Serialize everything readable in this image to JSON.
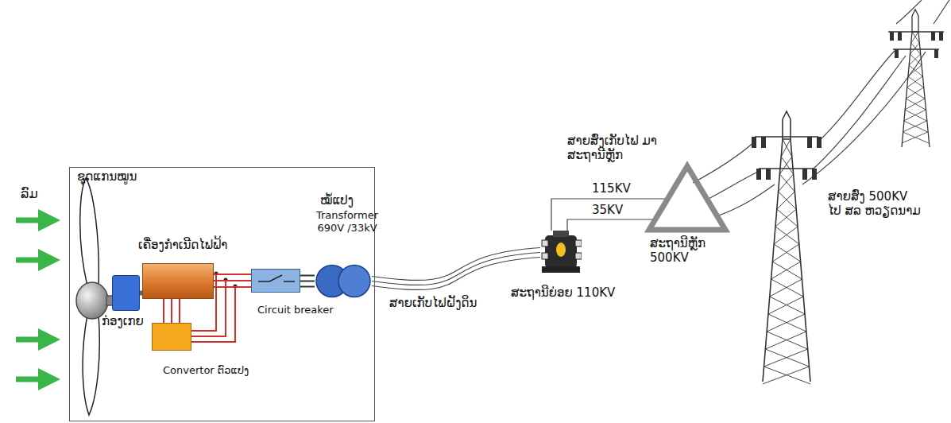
{
  "diagram": {
    "nodes": [
      {
        "text": [
          "ຊຸດແກນໝູນ"
        ]
      },
      {
        "text": [
          "ກ່ອງເກຍ"
        ],
        "in": 0
      },
      {
        "text": [
          "ເຄື່ອງກຳເນີດໄຟຟ້າ"
        ],
        "in": 0
      },
      {
        "text": [
          "Convertor ຕົວແປງ"
        ],
        "in": 0
      },
      {
        "text": [
          "Circuit breaker"
        ],
        "in": 0
      },
      {
        "text": [
          "ໝໍ້ແປງ",
          "Transformer 690V /33kV"
        ],
        "in": 0
      },
      {
        "text": [
          "ສະຖານີຍ່ອຍ 110KV"
        ]
      },
      {
        "text": [
          "ສະຖານີຫຼັກ 500KV"
        ]
      }
    ],
    "edges": [
      {
        "from": 1,
        "to": 2,
        "arrow": "none"
      },
      {
        "from": 2,
        "to": 4,
        "arrow": "none"
      },
      {
        "from": 2,
        "to": 3,
        "arrow": "none"
      },
      {
        "from": 3,
        "to": 4,
        "arrow": "none"
      },
      {
        "from": 4,
        "to": 5,
        "arrow": "none"
      },
      {
        "from": 5,
        "to": 6,
        "arrow": "none",
        "label": "ສາຍເກັບໄຟຝັງດິນ"
      },
      {
        "from": 6,
        "to": 7,
        "arrow": "none",
        "label": "115KV"
      },
      {
        "from": 6,
        "to": 7,
        "arrow": "none",
        "label": "35KV"
      }
    ],
    "labels": [
      "ລົມ",
      "ສາຍສົ່ງເກັບໄຟ ມາສະຖານີຫຼັກ",
      "ສາຍສົ່ງ 500KV ໄປ ສລ ຫວຽດນາມ"
    ]
  }
}
